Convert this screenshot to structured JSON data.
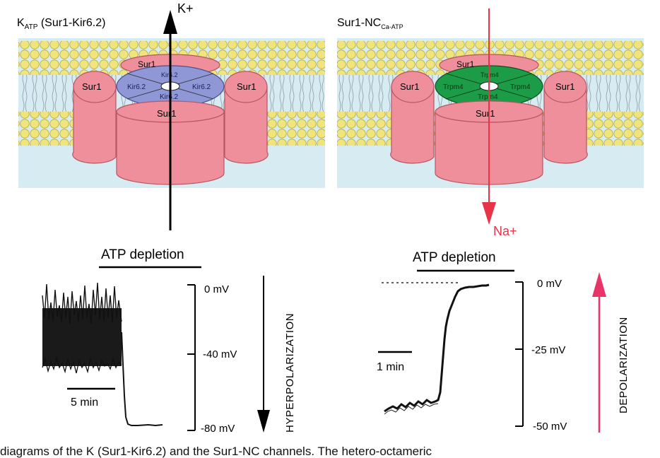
{
  "colors": {
    "membrane_bg": "#d6ecf2",
    "lipid_head": "#f0e47c",
    "lipid_outline": "#b9a93a",
    "sur1": "#ee8f9b",
    "sur1_outline": "#b75663",
    "kir_core": "#8f97d6",
    "trpm_core": "#1c9c46",
    "k_arrow": "#000000",
    "na_arrow": "#e83447",
    "depol_arrow": "#e83467"
  },
  "left_panel": {
    "title_main": "K",
    "title_sub": "ATP",
    "title_rest": " (Sur1-Kir6.2)",
    "ion_label": "K+",
    "sur1_labels": [
      "Sur1",
      "Sur1",
      "Sur1",
      "Sur1"
    ],
    "core_labels": [
      "Kir6.2",
      "Kir6.2",
      "Kir6.2",
      "Kir6.2"
    ],
    "icon": "octameric-channel-diagram"
  },
  "right_panel": {
    "title_main": "Sur1-NC",
    "title_sub": "Ca-ATP",
    "ion_label": "Na+",
    "sur1_labels": [
      "Sur1",
      "Sur1",
      "Sur1",
      "Sur1"
    ],
    "core_labels": [
      "Trpm4",
      "Trpm4",
      "Trpm4",
      "Trpm4"
    ],
    "icon": "octameric-channel-diagram"
  },
  "left_trace": {
    "treatment_label": "ATP depletion",
    "scale_ticks": [
      "0 mV",
      "-40 mV",
      "-80 mV"
    ],
    "time_scale": "5 min",
    "arrow_label": "HYPERPOLARIZATION"
  },
  "right_trace": {
    "treatment_label": "ATP depletion",
    "scale_ticks": [
      "0 mV",
      "-25 mV",
      "-50 mV"
    ],
    "time_scale": "1 min",
    "arrow_label": "DEPOLARIZATION"
  },
  "caption": "diagrams of the K    (Sur1-Kir6.2) and the Sur1-NC       channels. The hetero-octameric"
}
